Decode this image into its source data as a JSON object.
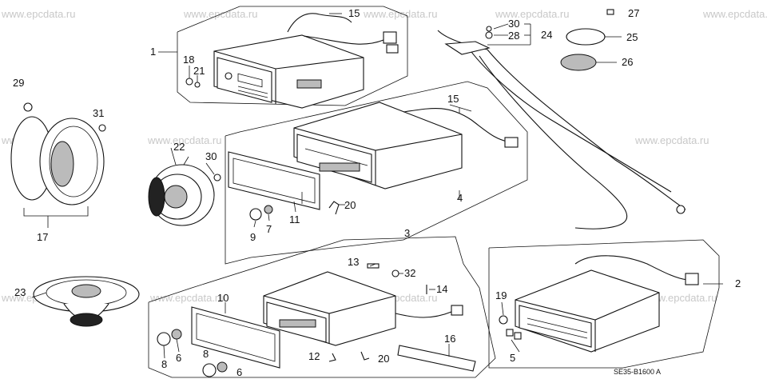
{
  "watermark": "www.epcdata.ru",
  "diagram_code": "SE35-B1600 A",
  "part_labels": {
    "p1": "1",
    "p2": "2",
    "p3": "3",
    "p4": "4",
    "p5": "5",
    "p6a": "6",
    "p6b": "6",
    "p7": "7",
    "p8a": "8",
    "p8b": "8",
    "p9": "9",
    "p10": "10",
    "p11": "11",
    "p12": "12",
    "p13": "13",
    "p14": "14",
    "p15a": "15",
    "p15b": "15",
    "p16": "16",
    "p17": "17",
    "p18": "18",
    "p19": "19",
    "p20a": "20",
    "p20b": "20",
    "p21": "21",
    "p22": "22",
    "p23": "23",
    "p24": "24",
    "p25": "25",
    "p26": "26",
    "p27": "27",
    "p28": "28",
    "p29": "29",
    "p30a": "30",
    "p30b": "30",
    "p31": "31",
    "p32": "32"
  }
}
